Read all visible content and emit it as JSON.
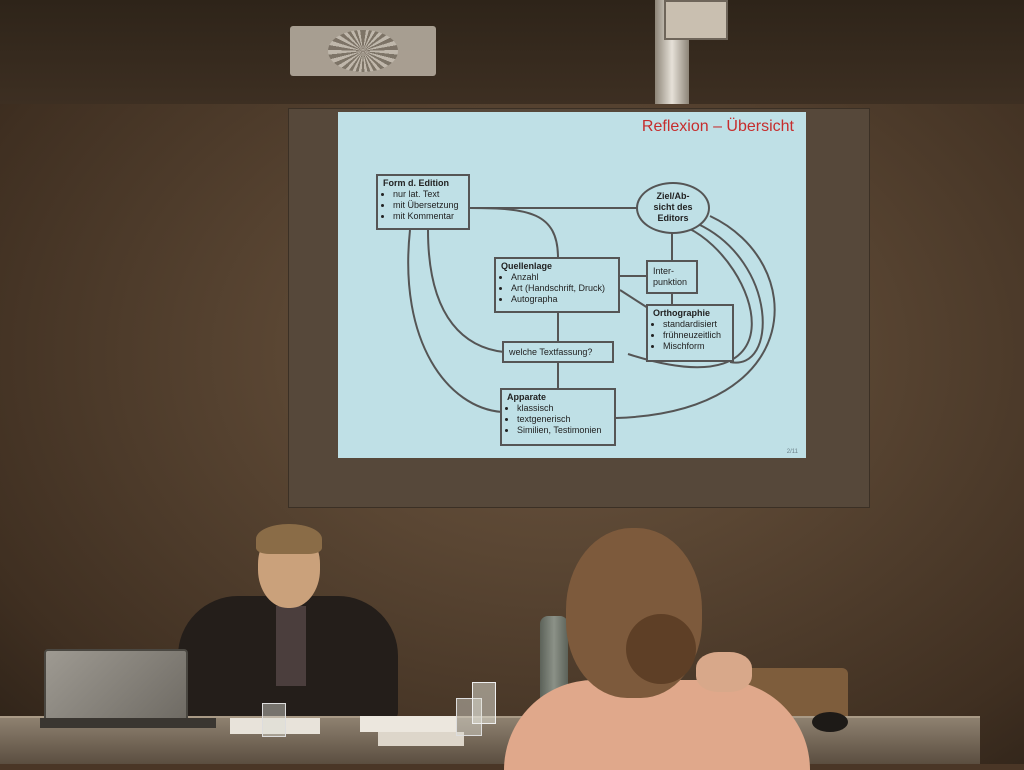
{
  "slide": {
    "title": "Reflexion – Übersicht",
    "page_number": "2/11",
    "form_edition": {
      "heading": "Form d. Edition",
      "items": [
        "nur lat. Text",
        "mit Übersetzung",
        "mit Kommentar"
      ]
    },
    "ziel": {
      "line1": "Ziel/Ab-",
      "line2": "sicht des",
      "line3": "Editors"
    },
    "quellenlage": {
      "heading": "Quellenlage",
      "items": [
        "Anzahl",
        "Art (Handschrift, Druck)",
        "Autographa"
      ]
    },
    "interpunktion": {
      "line1": "Inter-",
      "line2": "punktion"
    },
    "orthographie": {
      "heading": "Orthographie",
      "items": [
        "standardisiert",
        "frühneuzeitlich",
        "Mischform"
      ]
    },
    "textfassung": "welche Textfassung?",
    "apparate": {
      "heading": "Apparate",
      "items": [
        "klassisch",
        "textgenerisch",
        "Similien, Testimonien"
      ]
    }
  },
  "colors": {
    "title_red": "#c62d2d",
    "slide_bg": "#bfe0e6",
    "wall": "#5a4633"
  }
}
